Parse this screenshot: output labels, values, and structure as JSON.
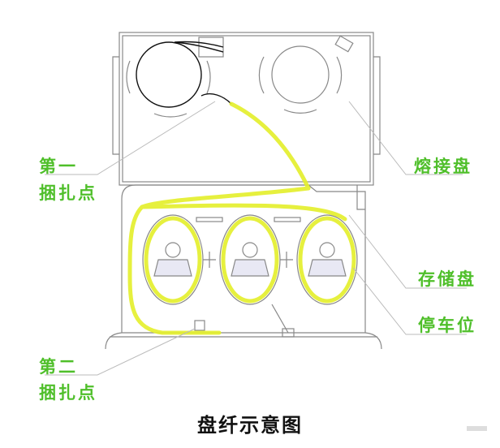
{
  "labels": {
    "first_tie_1": "第一",
    "first_tie_2": "捆扎点",
    "splice_tray": "熔接盘",
    "storage_tray": "存储盘",
    "parking": "停车位",
    "second_tie_1": "第二",
    "second_tie_2": "捆扎点"
  },
  "title": "盘纤示意图",
  "colors": {
    "fiber": "#e4ef2a",
    "label": "#4fbf2a",
    "line": "#777777"
  }
}
